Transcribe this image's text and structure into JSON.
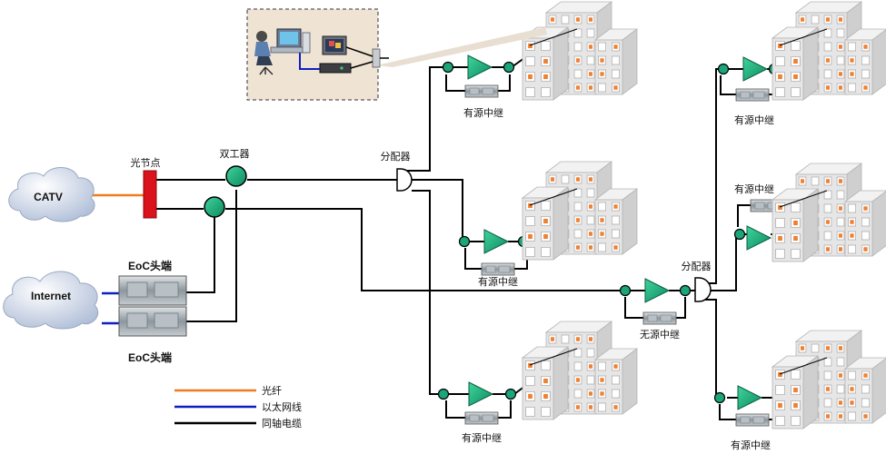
{
  "labels": {
    "optical_node": "光节点",
    "diplexer": "双工器",
    "splitter": "分配器",
    "active_repeater": "有源中继",
    "passive_repeater": "无源中继",
    "eoc_head": "EoC头端"
  },
  "clouds": {
    "catv": "CATV",
    "internet": "Internet"
  },
  "legend": [
    {
      "label": "光纤",
      "color": "#f07a20"
    },
    {
      "label": "以太网线",
      "color": "#1020c0"
    },
    {
      "label": "同轴电缆",
      "color": "#000000"
    }
  ],
  "colors": {
    "coax": "#000000",
    "fiber": "#f07a20",
    "ethernet": "#1020c0",
    "amp": "#1aa67a",
    "node": "#d9121c",
    "building": "#e6e6e6",
    "window": "#f08030"
  }
}
